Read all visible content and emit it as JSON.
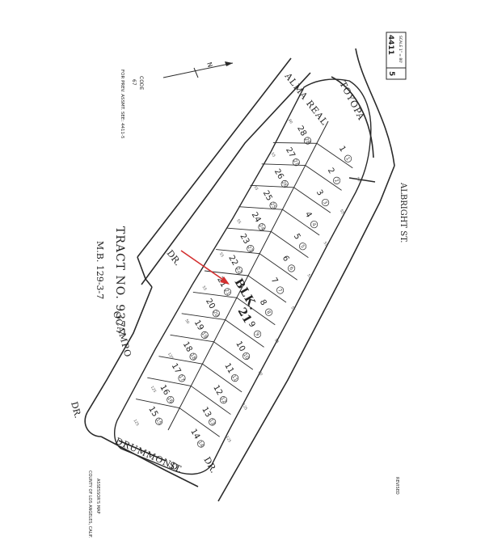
{
  "map": {
    "tract_title": "TRACT  NO. 9377",
    "map_book": "M.B. 129-3-7",
    "block_label": "BLK.",
    "block_number": "21",
    "code_label": "CODE",
    "code_value": "67",
    "prev_assmt_note": "FOR PREV. ASSMT. SEE: 4411-5",
    "assessor_book": "4411",
    "assessor_page": "5",
    "scale_note": "SCALE 1\" = 80'",
    "north_arrow_label": "N",
    "county_note": "COUNTY OF LOS ANGELES, CALIF.",
    "assessor_note": "ASSESSOR'S MAP",
    "revision_note": "REVISED",
    "streets": {
      "alma_real": "ALMA REAL",
      "alma_real_dr": "DR.",
      "toyopa": "TOYOPA",
      "toyopa_dr": "DR.",
      "ocampo": "OCAMPO",
      "ocampo_dr": "DR.",
      "drummond": "DRUMMOND",
      "drummond_st": "ST.",
      "right_street": "ALBRIGHT ST."
    },
    "lots_east": [
      {
        "n": "1",
        "c": "1"
      },
      {
        "n": "2",
        "c": "2"
      },
      {
        "n": "3",
        "c": "3"
      },
      {
        "n": "4",
        "c": "4"
      },
      {
        "n": "5",
        "c": "5"
      },
      {
        "n": "6",
        "c": "6"
      },
      {
        "n": "7",
        "c": "7"
      },
      {
        "n": "8",
        "c": "8"
      },
      {
        "n": "9",
        "c": "9"
      },
      {
        "n": "10",
        "c": "10"
      },
      {
        "n": "11",
        "c": "11"
      },
      {
        "n": "12",
        "c": "12"
      },
      {
        "n": "13",
        "c": "13"
      },
      {
        "n": "14",
        "c": "14"
      }
    ],
    "lots_west": [
      {
        "n": "28",
        "c": "28"
      },
      {
        "n": "27",
        "c": "27"
      },
      {
        "n": "26",
        "c": "26"
      },
      {
        "n": "25",
        "c": "25"
      },
      {
        "n": "24",
        "c": "24"
      },
      {
        "n": "23",
        "c": "23"
      },
      {
        "n": "22",
        "c": "22"
      },
      {
        "n": "21",
        "c": "21"
      },
      {
        "n": "20",
        "c": "20"
      },
      {
        "n": "19",
        "c": "19"
      },
      {
        "n": "18",
        "c": "18"
      },
      {
        "n": "17",
        "c": "17"
      },
      {
        "n": "16",
        "c": "16"
      },
      {
        "n": "15",
        "c": "15"
      }
    ],
    "dims": [
      "80",
      "50",
      "55",
      "55",
      "55",
      "55",
      "55",
      "55",
      "55",
      "55",
      "55",
      "55",
      "50",
      "80",
      "125",
      "125",
      "125",
      "125",
      "125"
    ],
    "colors": {
      "ink": "#2a2a2a",
      "arrow": "#d32f2f",
      "paper": "#ffffff"
    },
    "icons": {
      "north_arrow": "north-arrow-icon",
      "pointer_arrow": "red-pointer-arrow-icon"
    }
  }
}
